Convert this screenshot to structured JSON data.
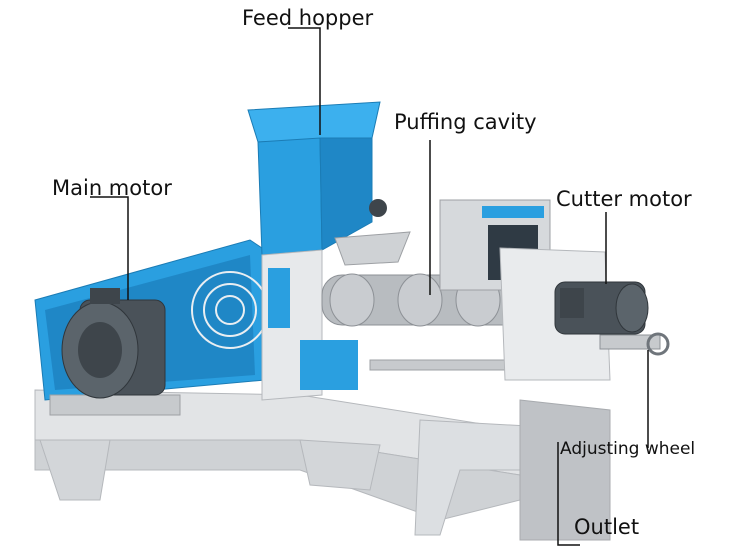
{
  "labels": {
    "feed_hopper": "Feed hopper",
    "puffing_cavity": "Puffing cavity",
    "main_motor": "Main motor",
    "cutter_motor": "Cutter motor",
    "adjusting_wheel": "Adjusting wheel",
    "outlet": "Outlet"
  },
  "colors": {
    "hopper_blue": "#2a9fe0",
    "frame_gray": "#d9dcdf",
    "motor_dark": "#4a5259",
    "cabinet_gray": "#c9ccd0",
    "leader_line": "#111111"
  }
}
